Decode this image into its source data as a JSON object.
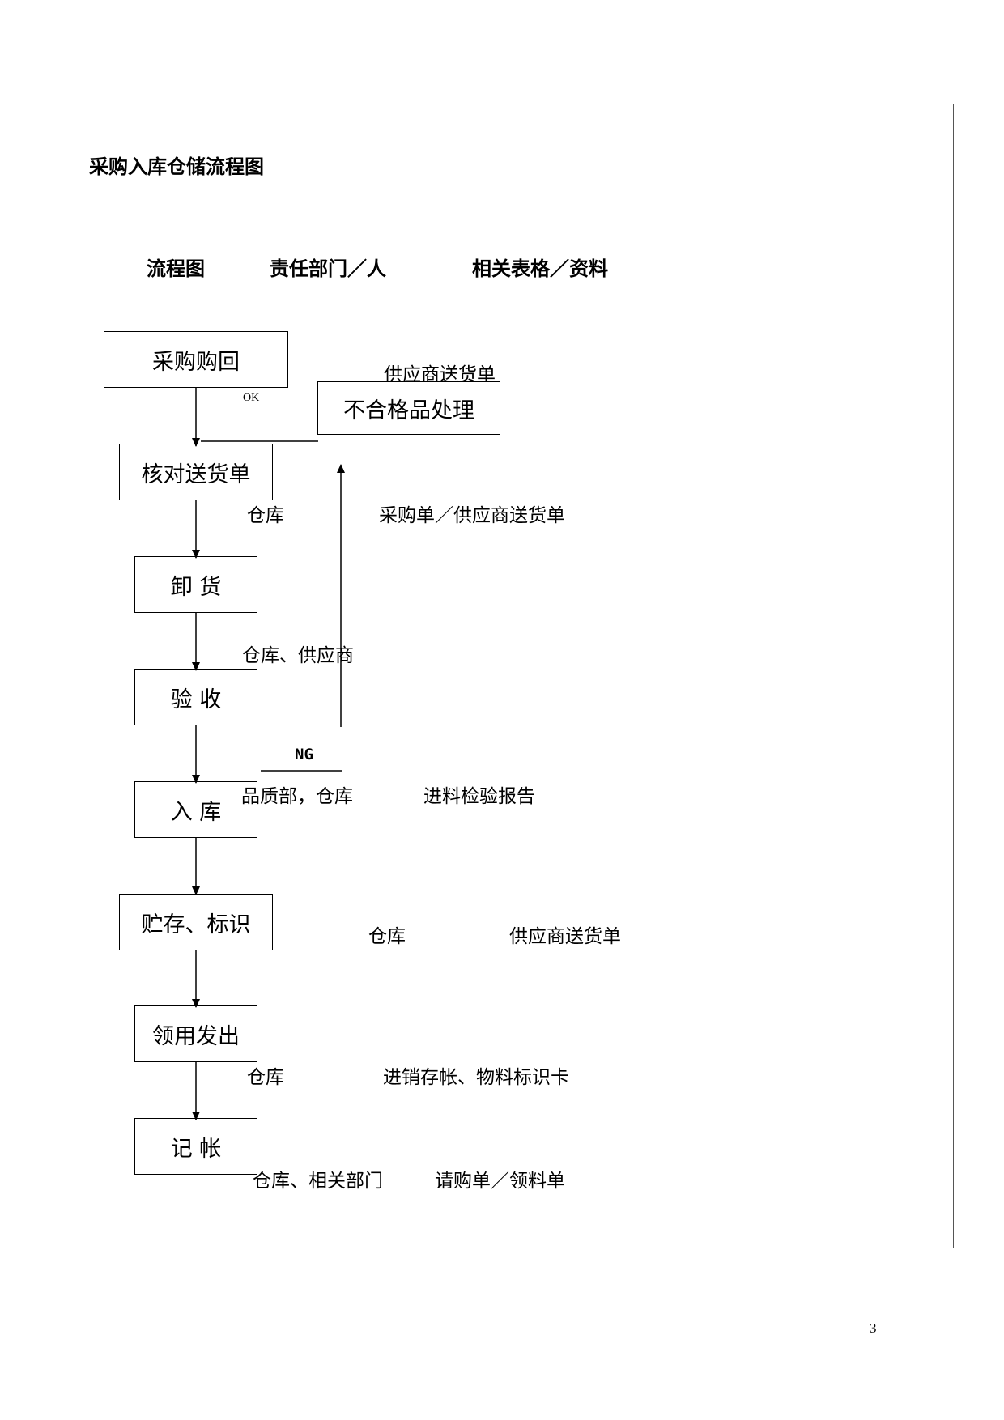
{
  "title": "采购入库仓储流程图",
  "headers": {
    "flow": "流程图",
    "dept": "责任部门／人",
    "forms": "相关表格／资料"
  },
  "steps": {
    "purchase": "采购购回",
    "check_delivery": "核对送货单",
    "unload": "卸  货",
    "inspect": "验   收",
    "stock_in": "入  库",
    "store_label": "贮存、标识",
    "issue": "领用发出",
    "record": "记  帐",
    "nonconforming": "不合格品处理"
  },
  "edge_labels": {
    "ok": "OK",
    "ng": "NG"
  },
  "annotations": {
    "supplier_note_top": "供应商送货单",
    "dept_1": "仓库",
    "form_1": "采购单／供应商送货单",
    "dept_2": "仓库、供应商",
    "dept_3": "品质部，仓库",
    "form_3": "进料检验报告",
    "dept_4": "仓库",
    "form_4": "供应商送货单",
    "dept_5": "仓库",
    "form_5": "进销存帐、物料标识卡",
    "dept_6": "仓库、相关部门",
    "form_6": "请购单／领料单"
  },
  "page_number": "3"
}
